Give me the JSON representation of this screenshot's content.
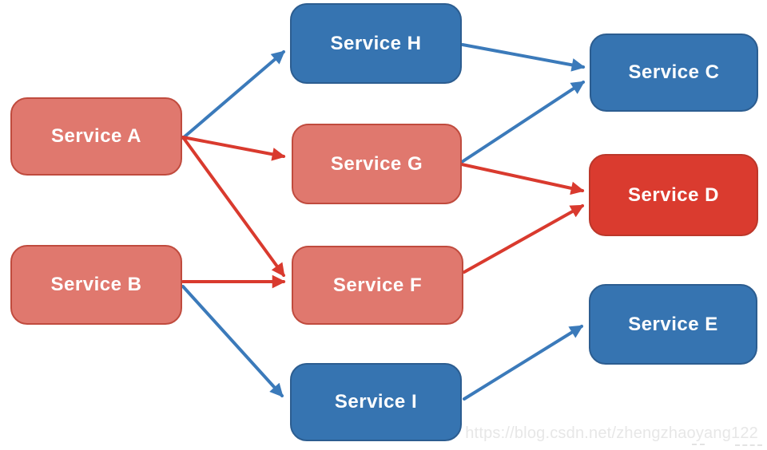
{
  "diagram": {
    "type": "dependency-graph",
    "nodes": [
      {
        "id": "a",
        "label": "Service A",
        "variant": "salmon"
      },
      {
        "id": "b",
        "label": "Service B",
        "variant": "salmon"
      },
      {
        "id": "h",
        "label": "Service H",
        "variant": "blue"
      },
      {
        "id": "g",
        "label": "Service G",
        "variant": "salmon"
      },
      {
        "id": "f",
        "label": "Service F",
        "variant": "salmon"
      },
      {
        "id": "i",
        "label": "Service I",
        "variant": "blue"
      },
      {
        "id": "c",
        "label": "Service C",
        "variant": "blue"
      },
      {
        "id": "d",
        "label": "Service D",
        "variant": "red"
      },
      {
        "id": "e",
        "label": "Service E",
        "variant": "blue"
      }
    ],
    "edges": [
      {
        "id": "a-h",
        "from": "Service A",
        "to": "Service H",
        "color": "blue"
      },
      {
        "id": "a-g",
        "from": "Service A",
        "to": "Service G",
        "color": "red"
      },
      {
        "id": "a-f",
        "from": "Service A",
        "to": "Service F",
        "color": "red"
      },
      {
        "id": "b-f",
        "from": "Service B",
        "to": "Service F",
        "color": "red"
      },
      {
        "id": "b-i",
        "from": "Service B",
        "to": "Service I",
        "color": "blue"
      },
      {
        "id": "h-c",
        "from": "Service H",
        "to": "Service C",
        "color": "blue"
      },
      {
        "id": "g-c",
        "from": "Service G",
        "to": "Service C",
        "color": "blue"
      },
      {
        "id": "g-d",
        "from": "Service G",
        "to": "Service D",
        "color": "red"
      },
      {
        "id": "f-d",
        "from": "Service F",
        "to": "Service D",
        "color": "red"
      },
      {
        "id": "i-e",
        "from": "Service I",
        "to": "Service E",
        "color": "blue"
      }
    ],
    "colors": {
      "salmon_fill": "#e0786e",
      "salmon_border": "#c04b3e",
      "blue_fill": "#3674b1",
      "blue_border": "#2c5d90",
      "red_fill": "#da3b2f",
      "red_border": "#bc372a",
      "arrow_blue": "#3b7aba",
      "arrow_red": "#d93a2e",
      "text": "#ffffff"
    }
  },
  "watermark": {
    "text": "https://blog.csdn.net/zhengzhaoyang122"
  }
}
